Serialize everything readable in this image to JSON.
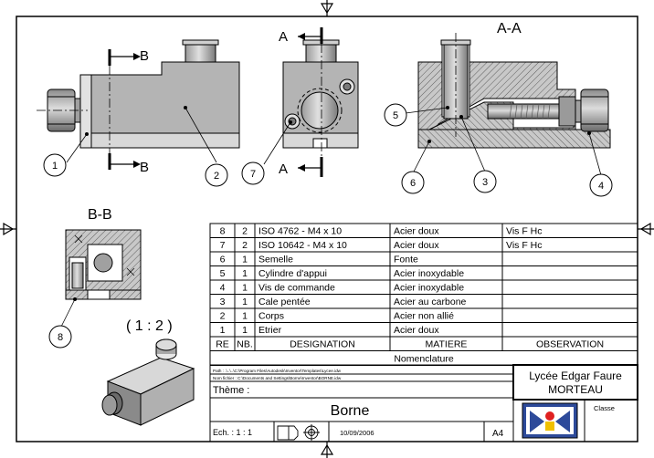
{
  "views": {
    "section_aa": "A-A",
    "section_bb": "B-B",
    "cut_b_top": "B",
    "cut_b_bottom": "B",
    "cut_a_top": "A",
    "cut_a_bottom": "A",
    "scale_iso": "( 1 : 2 )"
  },
  "balloons": [
    "1",
    "2",
    "7",
    "5",
    "6",
    "3",
    "4",
    "8"
  ],
  "nomenclature": {
    "caption": "Nomenclature",
    "headers": [
      "RE",
      "NB.",
      "DESIGNATION",
      "MATIERE",
      "OBSERVATION"
    ],
    "rows": [
      [
        "8",
        "2",
        "ISO 4762 - M4 x 10",
        "Acier doux",
        "Vis F Hc"
      ],
      [
        "7",
        "2",
        "ISO 10642 - M4 x  10",
        "Acier doux",
        "Vis F Hc"
      ],
      [
        "6",
        "1",
        "Semelle",
        "Fonte",
        ""
      ],
      [
        "5",
        "1",
        "Cylindre d'appui",
        "Acier inoxydable",
        ""
      ],
      [
        "4",
        "1",
        "Vis de commande",
        "Acier inoxydable",
        ""
      ],
      [
        "3",
        "1",
        "Cale pentée",
        "Acier au carbone",
        ""
      ],
      [
        "2",
        "1",
        "Corps",
        "Acier non allié",
        ""
      ],
      [
        "1",
        "1",
        "Etrier",
        "Acier doux",
        ""
      ]
    ]
  },
  "title_block": {
    "path_line_1": "Path : .\\..\\..\\C:\\Program Files\\Autodesk\\Inventor\\Templates\\Lycee.idw",
    "path_line_2": "Nom fichier : C:\\Documents and Settings\\Borne\\Inventor\\BORNE.idw",
    "theme_label": "Thème :",
    "title": "Borne",
    "scale": "Ech. :  1 : 1",
    "date": "10/09/2006",
    "format": "A4",
    "school_line_1": "Lycée Edgar Faure",
    "school_line_2": "MORTEAU",
    "class_label": "Classe"
  },
  "colors": {
    "part_fill": "#b4b4b4",
    "part_dark": "#6e6e6e",
    "part_light": "#e6e6e6",
    "hatch_fill": "#c8c8c8",
    "line": "#000000"
  }
}
